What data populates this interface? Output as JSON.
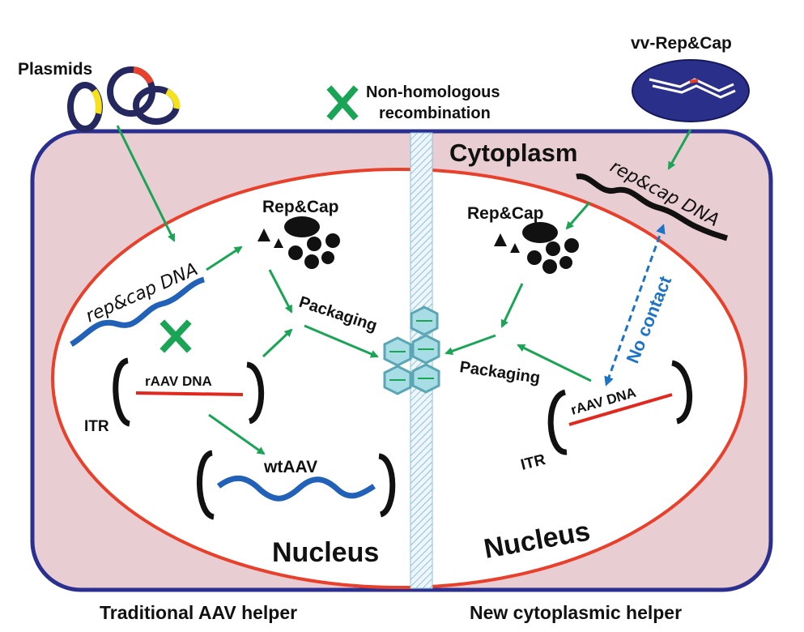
{
  "labels": {
    "plasmids": "Plasmids",
    "non_homologous": "Non-homologous",
    "recombination": "recombination",
    "vv_repcap": "vv-Rep&Cap",
    "cytoplasm": "Cytoplasm",
    "left_repcap_dna": "rep&cap DNA",
    "right_repcap_dna": "rep&cap DNA",
    "left_repcap": "Rep&Cap",
    "right_repcap": "Rep&Cap",
    "left_packaging": "Packaging",
    "right_packaging": "Packaging",
    "left_raav_dna": "rAAV DNA",
    "right_raav_dna": "rAAV DNA",
    "left_itr": "ITR",
    "right_itr": "ITR",
    "wtaav": "wtAAV",
    "no_contact": "No contact",
    "left_nucleus": "Nucleus",
    "right_nucleus": "Nucleus",
    "left_caption": "Traditional AAV helper",
    "right_caption": "New cytoplasmic helper"
  },
  "colors": {
    "cell_fill": "#e8cdd3",
    "cell_border": "#2b2f8f",
    "nucleus_border": "#e8402a",
    "arrow_green": "#1aa556",
    "dna_blue": "#2161b8",
    "raav_red": "#e0281e",
    "capsid_fill": "#a9dde6",
    "capsid_stroke": "#5aa6b5",
    "virion_fill": "#2a2f8a",
    "no_contact_blue": "#1d74c6"
  }
}
